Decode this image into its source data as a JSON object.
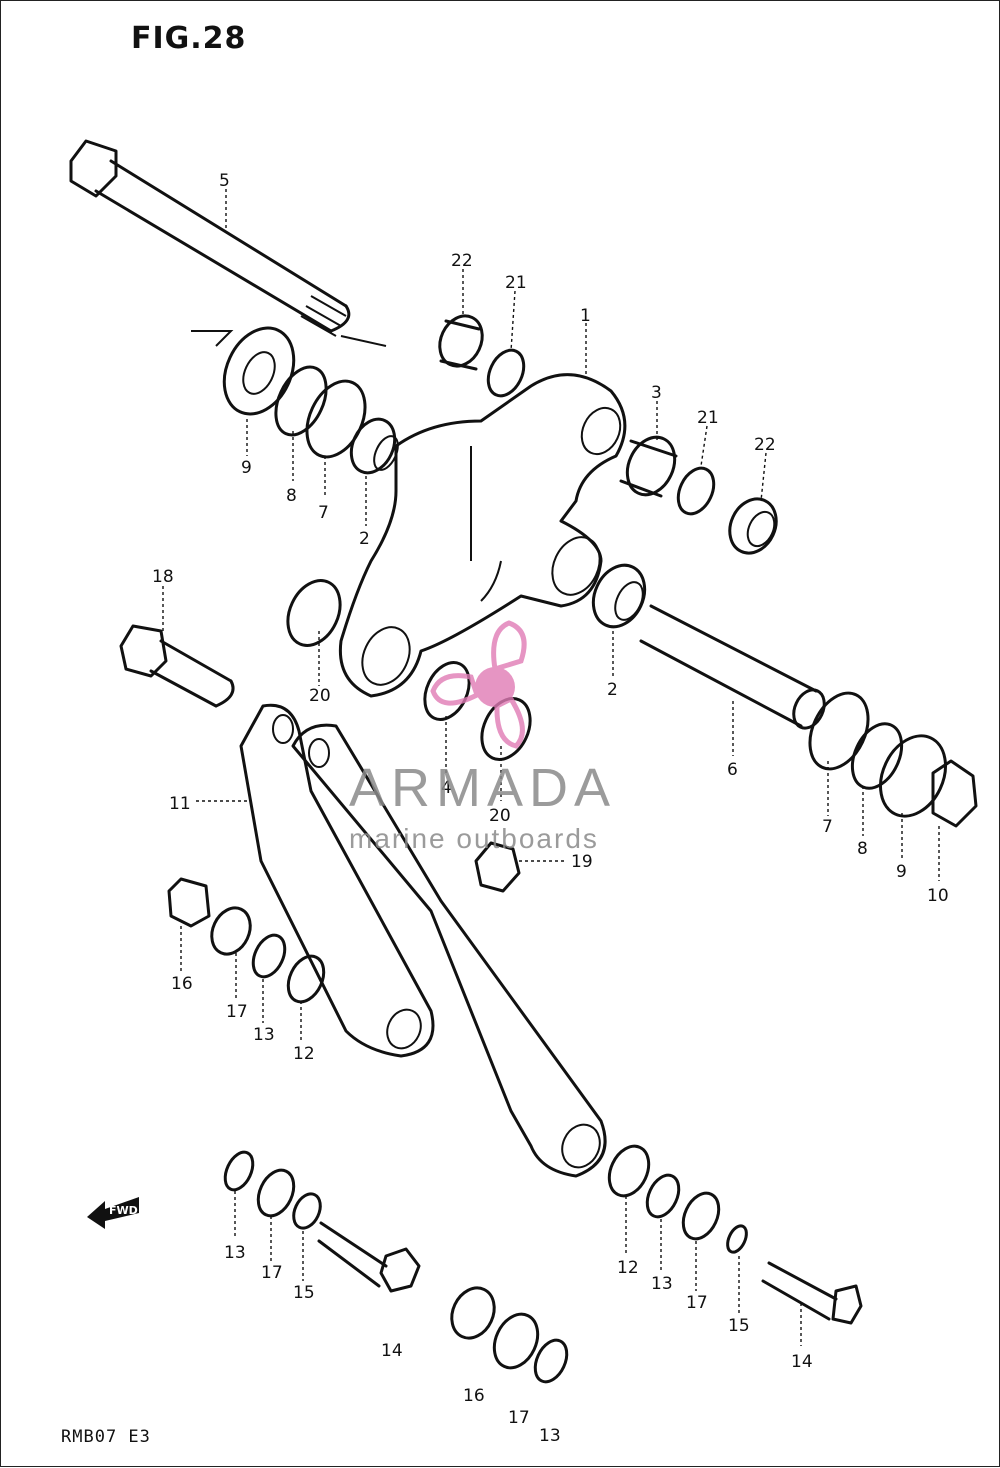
{
  "figure": {
    "title": "FIG.28",
    "bottom_code": "RMB07 E3"
  },
  "watermark": {
    "brand": "ARMADA",
    "tagline": "marine outboards",
    "brand_color": "#8a8a8a",
    "logo_color": "#e07bb5"
  },
  "forward_arrow_label": "FWD",
  "callouts": [
    "5",
    "22",
    "21",
    "1",
    "3",
    "21",
    "22",
    "9",
    "8",
    "7",
    "2",
    "18",
    "20",
    "2",
    "4",
    "6",
    "20",
    "11",
    "19",
    "7",
    "8",
    "9",
    "10",
    "16",
    "17",
    "13",
    "12",
    "13",
    "17",
    "15",
    "14",
    "12",
    "13",
    "17",
    "15",
    "14",
    "16",
    "17",
    "13"
  ]
}
